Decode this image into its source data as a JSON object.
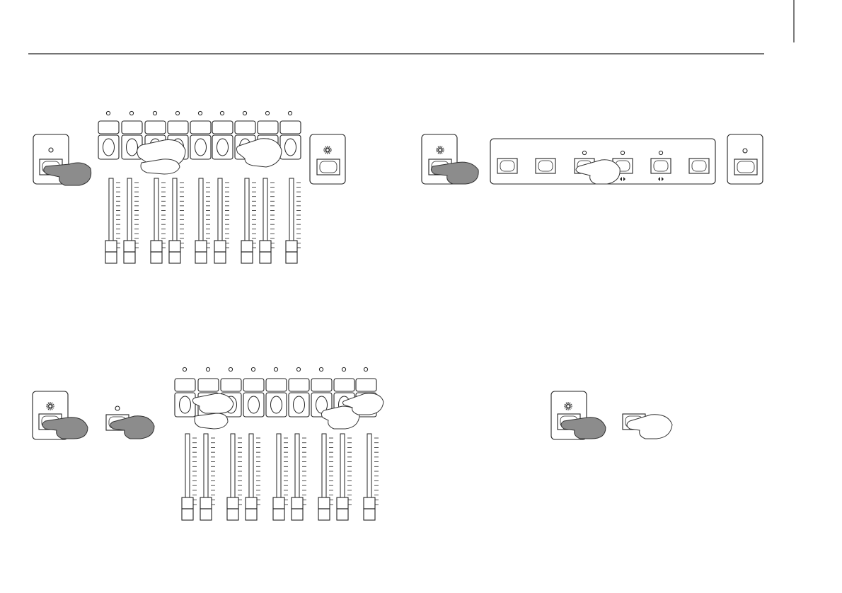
{
  "page": {
    "page_number": "",
    "header_rule": true
  },
  "figures": [
    {
      "id": "fig-a",
      "description_text": "",
      "fader_groups": 4,
      "faders": 9,
      "leds": 9,
      "hands": "dark"
    },
    {
      "id": "fig-b",
      "description_text": "",
      "panel_buttons": 6,
      "hand": "dark"
    },
    {
      "id": "fig-c",
      "description_text": "",
      "faders": 9,
      "leds": 9,
      "hands": "light"
    },
    {
      "id": "fig-d",
      "description_text": "",
      "hands": "dark-and-light"
    }
  ],
  "colors": {
    "line": "#222222",
    "dark_hand": "#8c8c8c",
    "light_hand": "#ffffff",
    "background": "#ffffff"
  },
  "icons": [
    "led-icon",
    "flash-led-icon",
    "hand-icon",
    "arrow-lr-icon"
  ]
}
